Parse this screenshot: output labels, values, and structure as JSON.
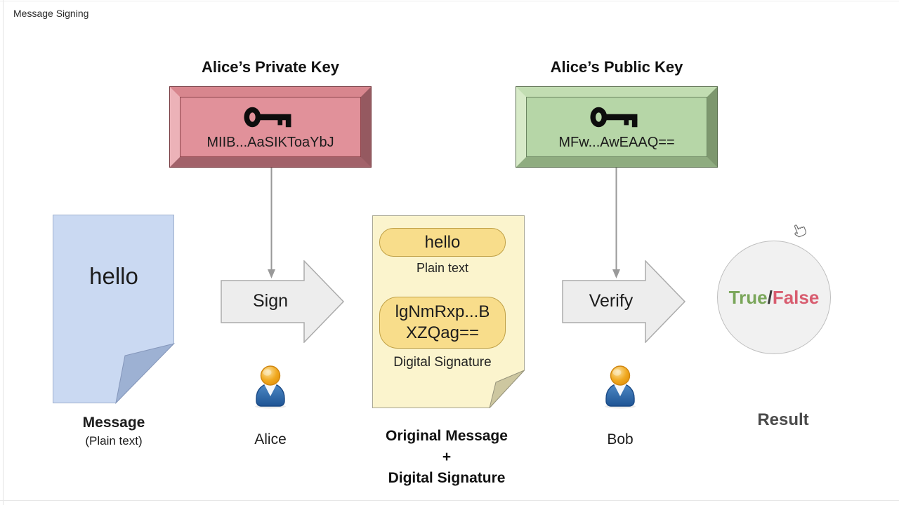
{
  "window": {
    "title": "Message Signing"
  },
  "keys": {
    "private": {
      "title": "Alice’s Private Key",
      "value": "MIIB...AaSIKToaYbJ"
    },
    "public": {
      "title": "Alice’s Public Key",
      "value": "MFw...AwEAAQ=="
    }
  },
  "message": {
    "content": "hello",
    "label": "Message",
    "sublabel": "(Plain text)"
  },
  "sign": {
    "label": "Sign"
  },
  "verify": {
    "label": "Verify"
  },
  "actors": {
    "alice": "Alice",
    "bob": "Bob"
  },
  "signed_document": {
    "plain": {
      "value": "hello",
      "label": "Plain text"
    },
    "signature": {
      "value_line1": "lgNmRxp...B",
      "value_line2": "XZQag==",
      "label": "Digital Signature"
    },
    "caption": {
      "line1": "Original Message",
      "line2": "+",
      "line3": "Digital Signature"
    }
  },
  "result": {
    "true_text": "True",
    "slash": "/",
    "false_text": "False",
    "label": "Result"
  },
  "icons": [
    "key-icon",
    "person-icon",
    "cursor-hand-icon",
    "arrow-down-icon",
    "block-arrow-right-icon"
  ],
  "colors": {
    "private_key_face": "#e1919a",
    "public_key_face": "#b6d6a7",
    "message_doc_fill": "#cad9f2",
    "signed_doc_fill": "#fbf4cd",
    "pill_fill": "#f8dd8b",
    "arrow_fill": "#ededed",
    "connector": "#999999",
    "result_circle_fill": "#f1f1f1",
    "true_color": "#7aa65a",
    "false_color": "#d85c6f"
  }
}
